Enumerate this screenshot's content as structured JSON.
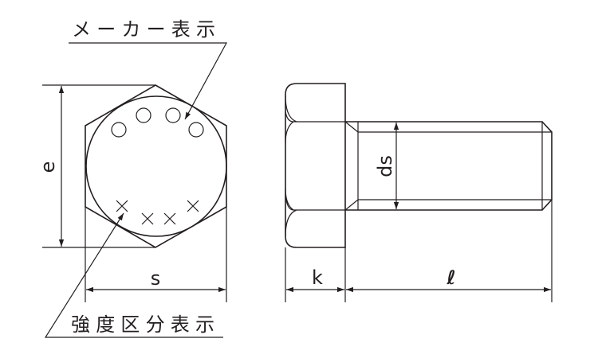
{
  "labels": {
    "maker_mark": "メーカー表示",
    "strength_class_mark": "強度区分表示"
  },
  "dimensions": {
    "e": "e",
    "s": "s",
    "k": "k",
    "l": "ℓ",
    "ds": "ds"
  },
  "colors": {
    "line": "#231f20",
    "background": "#ffffff"
  }
}
